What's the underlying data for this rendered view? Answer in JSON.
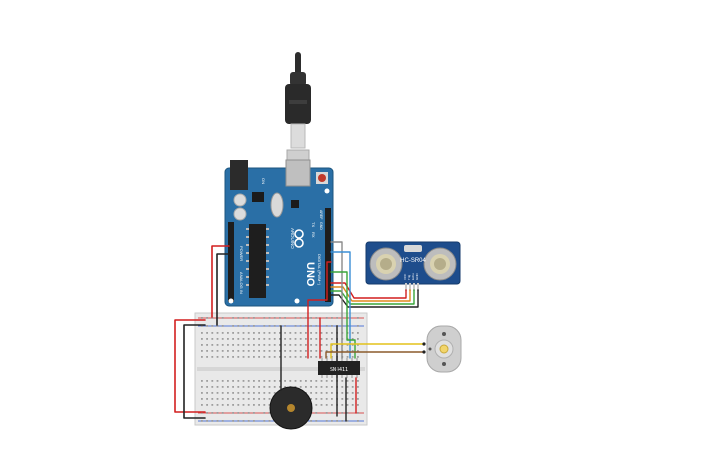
{
  "arduino": {
    "model_label": "UNO",
    "brand_label": "ARDUINO",
    "digital_label": "DIGITAL (PWM~)",
    "power_label": "POWER",
    "analog_label": "ANALOG IN",
    "on_label": "ON",
    "tx_label": "TX",
    "rx_label": "RX",
    "aref_label": "AREF",
    "gnd_label": "GND"
  },
  "sensor": {
    "label": "HC-SR04",
    "pin_labels": [
      "VCC",
      "Trig",
      "Echo",
      "GND"
    ]
  },
  "chip": {
    "label": "SN4411"
  },
  "colors": {
    "board": "#2a6fa6",
    "board_dark": "#1d567f",
    "sensor_board": "#1e4d8c",
    "wire_red": "#d21f1f",
    "wire_black": "#222222",
    "wire_green": "#3aa53a",
    "wire_orange": "#e08a1e",
    "wire_yellow": "#e3c21a",
    "wire_brown": "#8b5a2b",
    "wire_gray": "#8a8a8a",
    "wire_blue": "#3b8fd6",
    "breadboard": "#e9e9e9",
    "buzzer": "#2b2b2b",
    "motor": "#cfcfcf"
  }
}
